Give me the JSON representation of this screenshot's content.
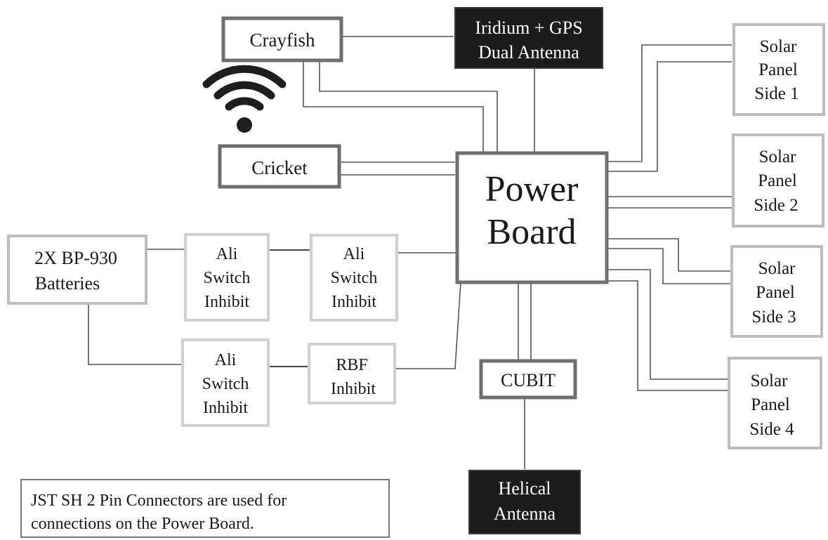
{
  "nodes": {
    "crayfish": [
      "Crayfish"
    ],
    "iridium_gps": [
      "Iridium + GPS",
      "Dual Antenna"
    ],
    "cricket": [
      "Cricket"
    ],
    "power_board": [
      "Power",
      "Board"
    ],
    "batteries": [
      "2X BP-930",
      "Batteries"
    ],
    "ali_switch_1": [
      "Ali",
      "Switch",
      "Inhibit"
    ],
    "ali_switch_2": [
      "Ali",
      "Switch",
      "Inhibit"
    ],
    "ali_switch_3": [
      "Ali",
      "Switch",
      "Inhibit"
    ],
    "rbf_inhibit": [
      "RBF",
      "Inhibit"
    ],
    "cubit": [
      "CUBIT"
    ],
    "helical_antenna": [
      "Helical",
      "Antenna"
    ],
    "solar_1": [
      "Solar",
      "Panel",
      "Side 1"
    ],
    "solar_2": [
      "Solar",
      "Panel",
      "Side 2"
    ],
    "solar_3": [
      "Solar",
      "Panel",
      "Side 3"
    ],
    "solar_4": [
      "Solar",
      "Panel",
      "Side 4"
    ]
  },
  "note": [
    "JST SH 2 Pin Connectors are used for",
    "connections on the Power Board."
  ],
  "icons": {
    "wireless": "wifi-icon"
  },
  "colors": {
    "box_border_dark": "#707070",
    "box_border_light": "#bdbdbd",
    "box_fill_dark": "#1c1c1c",
    "wire": "#555555"
  }
}
